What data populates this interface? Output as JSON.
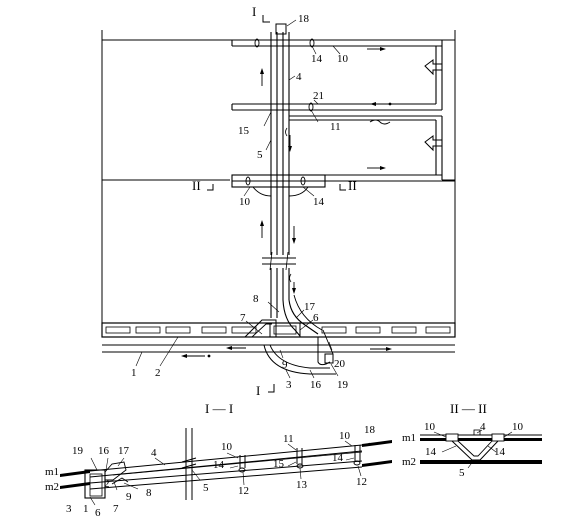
{
  "plan": {
    "section_marks": {
      "top": "I",
      "bottom": "I",
      "left": "II",
      "right": "II"
    },
    "labels": [
      "1",
      "2",
      "3",
      "4",
      "5",
      "6",
      "7",
      "8",
      "9",
      "10",
      "10",
      "11",
      "14",
      "14",
      "15",
      "16",
      "17",
      "18",
      "19",
      "20",
      "21"
    ]
  },
  "section_1": {
    "title": "I — I",
    "seam_upper": "m1",
    "seam_lower": "m2",
    "labels": [
      "19",
      "16",
      "17",
      "4",
      "10",
      "11",
      "10",
      "18",
      "2",
      "9",
      "8",
      "5",
      "14",
      "12",
      "15",
      "13",
      "14",
      "12",
      "3",
      "1",
      "6",
      "7"
    ]
  },
  "section_2": {
    "title": "II — II",
    "seam_upper": "m1",
    "seam_lower": "m2",
    "labels": [
      "10",
      "4",
      "10",
      "14",
      "14",
      "5"
    ]
  }
}
